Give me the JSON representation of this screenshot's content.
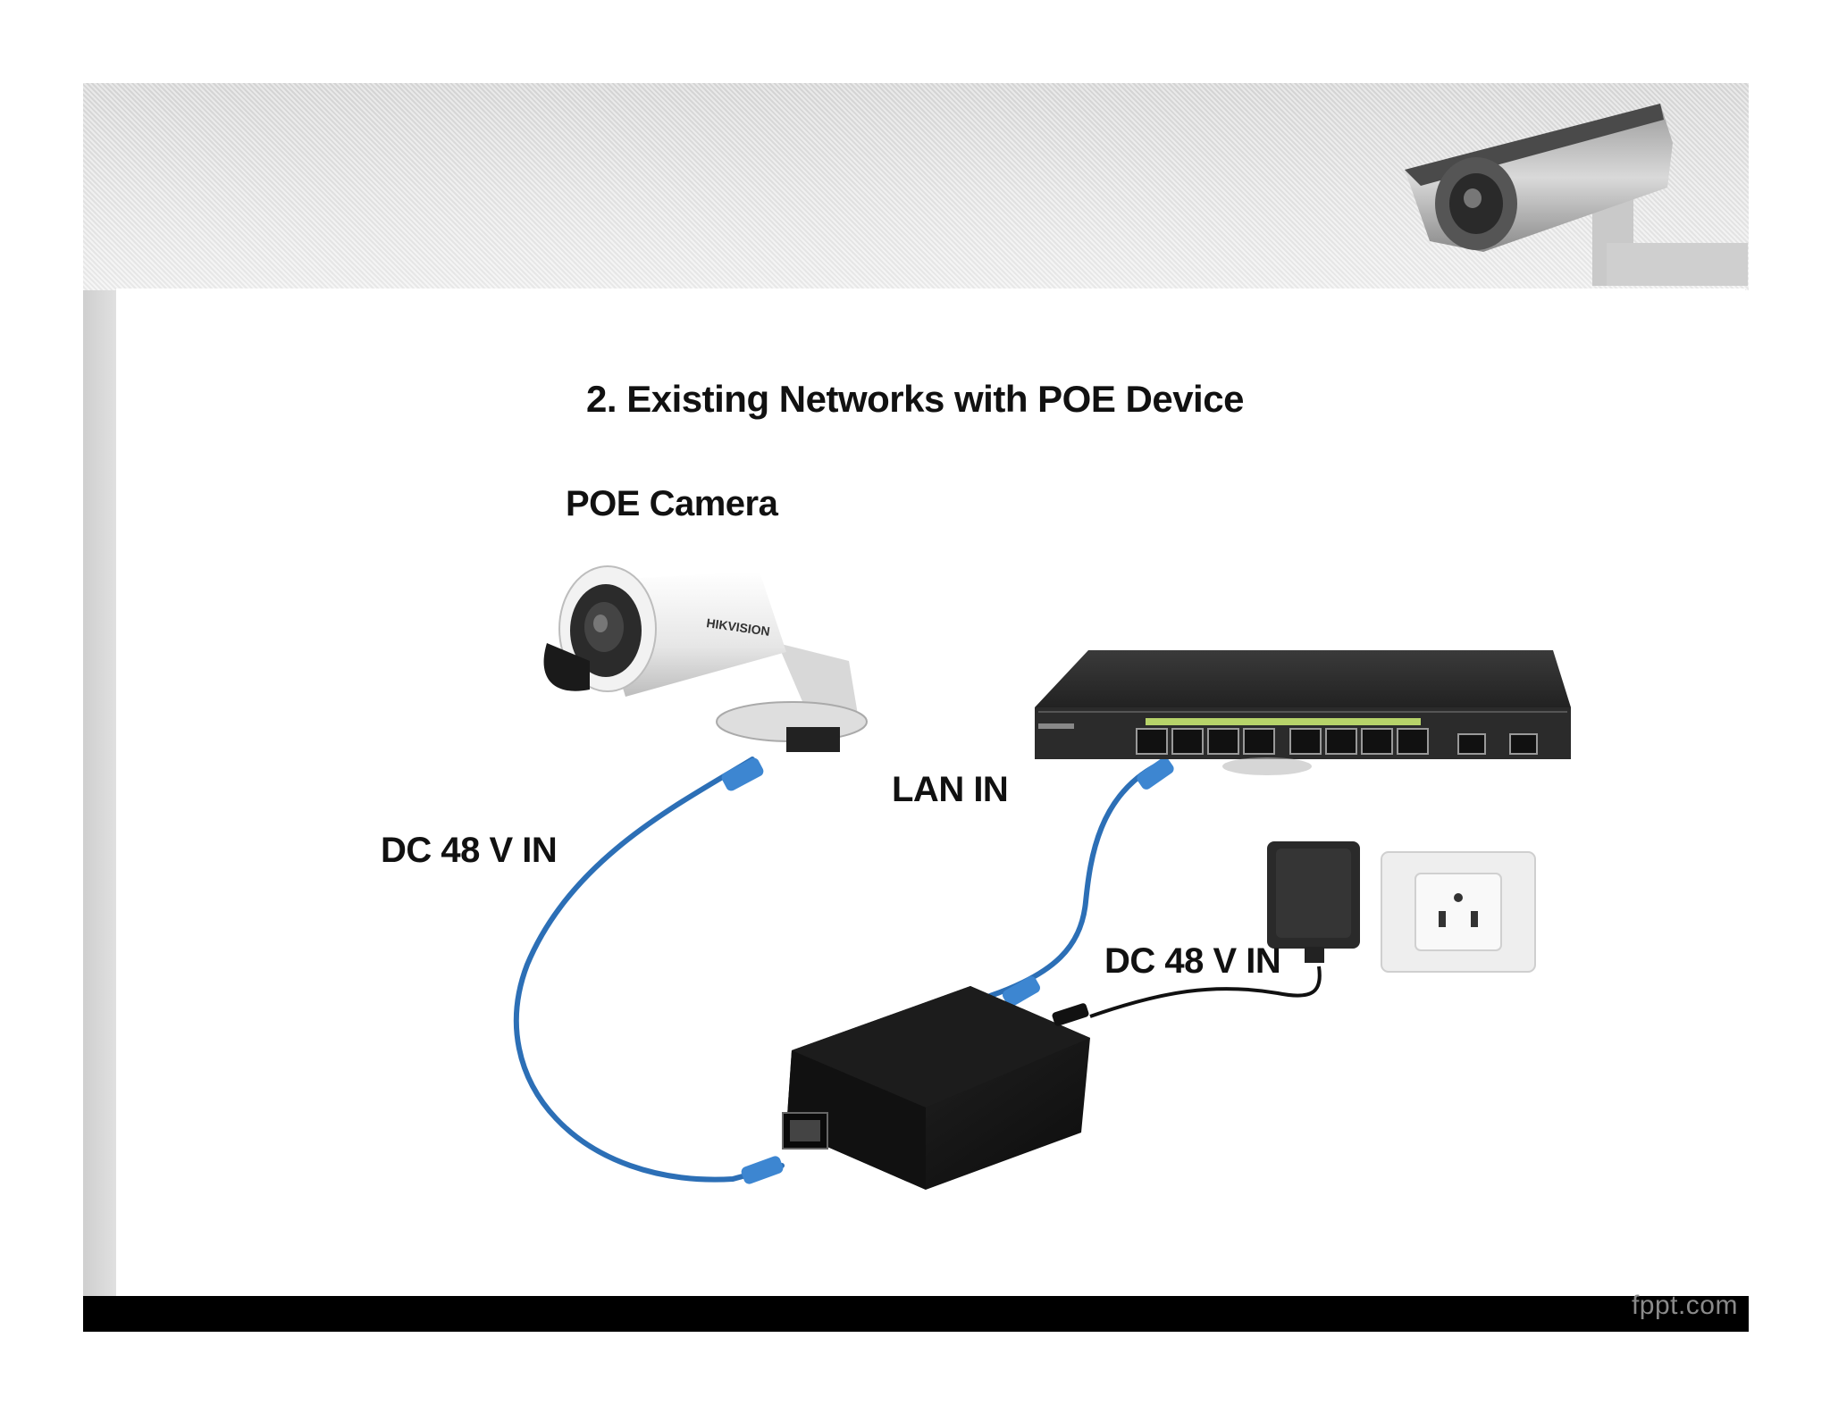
{
  "slide": {
    "title": "2. Existing Networks with POE Device",
    "watermark": "fppt.com"
  },
  "labels": {
    "camera": "POE Camera",
    "lan_in": "LAN IN",
    "dc_left": "DC 48 V IN",
    "dc_right": "DC 48 V IN"
  },
  "device_text": {
    "camera_brand": "HIKVISION"
  },
  "icons": {
    "corner": "cctv-camera-icon",
    "camera": "bullet-camera-icon",
    "switch": "network-switch-icon",
    "injector": "poe-injector-icon",
    "adapter": "power-adapter-icon",
    "outlet": "wall-outlet-icon"
  },
  "colors": {
    "cable": "#2c6fb6",
    "footer": "#000000",
    "device": "#1b1b1b"
  }
}
